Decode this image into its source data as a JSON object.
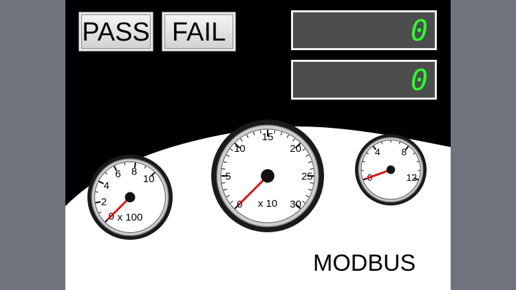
{
  "buttons": {
    "pass_label": "PASS",
    "fail_label": "FAIL"
  },
  "displays": [
    {
      "value": "0"
    },
    {
      "value": "0"
    }
  ],
  "gauges": [
    {
      "ticks": [
        "0",
        "2",
        "4",
        "6",
        "8",
        "10"
      ],
      "multiplier": "x 100",
      "value": 0
    },
    {
      "ticks": [
        "0",
        "5",
        "10",
        "15",
        "20",
        "25",
        "30"
      ],
      "multiplier": "x 10",
      "value": 0
    },
    {
      "ticks": [
        "0",
        "4",
        "8",
        "12"
      ],
      "multiplier": "",
      "value": 0
    }
  ],
  "protocol_label": "MODBUS",
  "colors": {
    "digits": "#2aff2a",
    "needle": "#e01010",
    "background": "#000000",
    "surface": "#ffffff"
  }
}
